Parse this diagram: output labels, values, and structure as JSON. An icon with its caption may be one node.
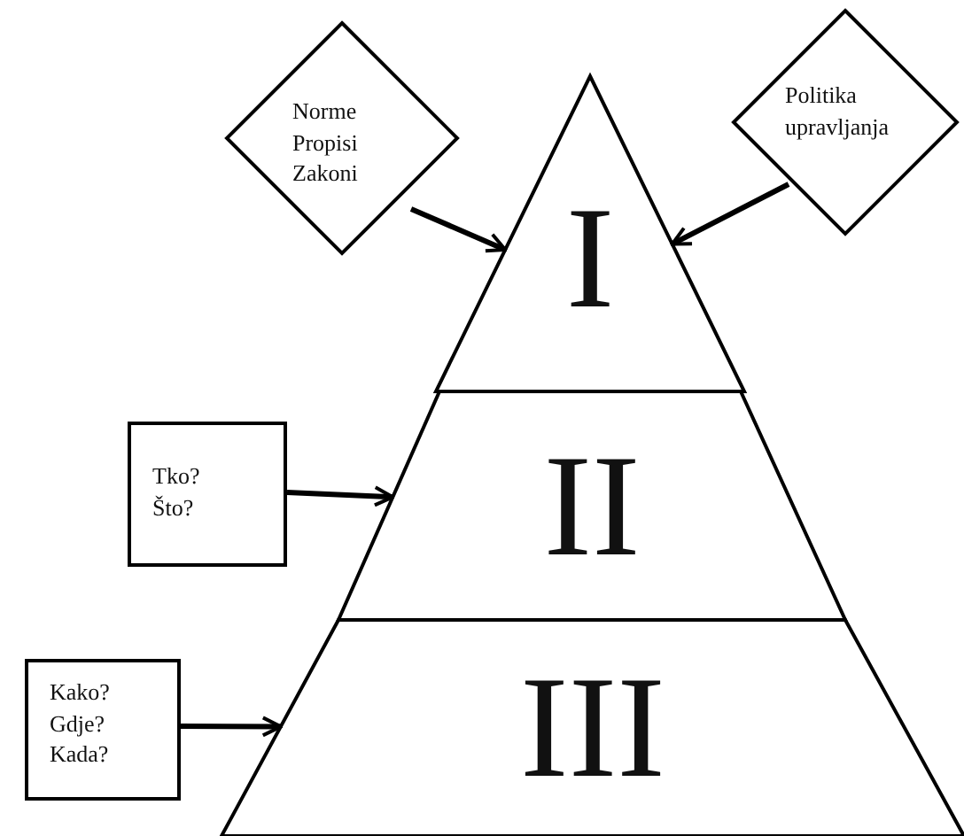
{
  "diagram": {
    "nodes": [
      {
        "text": [
          "Norme Propisi Zakoni"
        ]
      },
      {
        "text": [
          "Politika upravljanja"
        ]
      },
      {
        "text": [
          "I"
        ]
      },
      {
        "text": [
          "Tko? Što?"
        ]
      },
      {
        "text": [
          "II"
        ]
      },
      {
        "text": [
          "Kako? Gdje? Kada?"
        ]
      },
      {
        "text": [
          "III"
        ]
      }
    ],
    "edges": [
      {
        "from": 0,
        "to": 2,
        "arrow": "to"
      },
      {
        "from": 1,
        "to": 2,
        "arrow": "to"
      },
      {
        "from": 3,
        "to": 4,
        "arrow": "to"
      },
      {
        "from": 5,
        "to": 6,
        "arrow": "to"
      }
    ]
  }
}
